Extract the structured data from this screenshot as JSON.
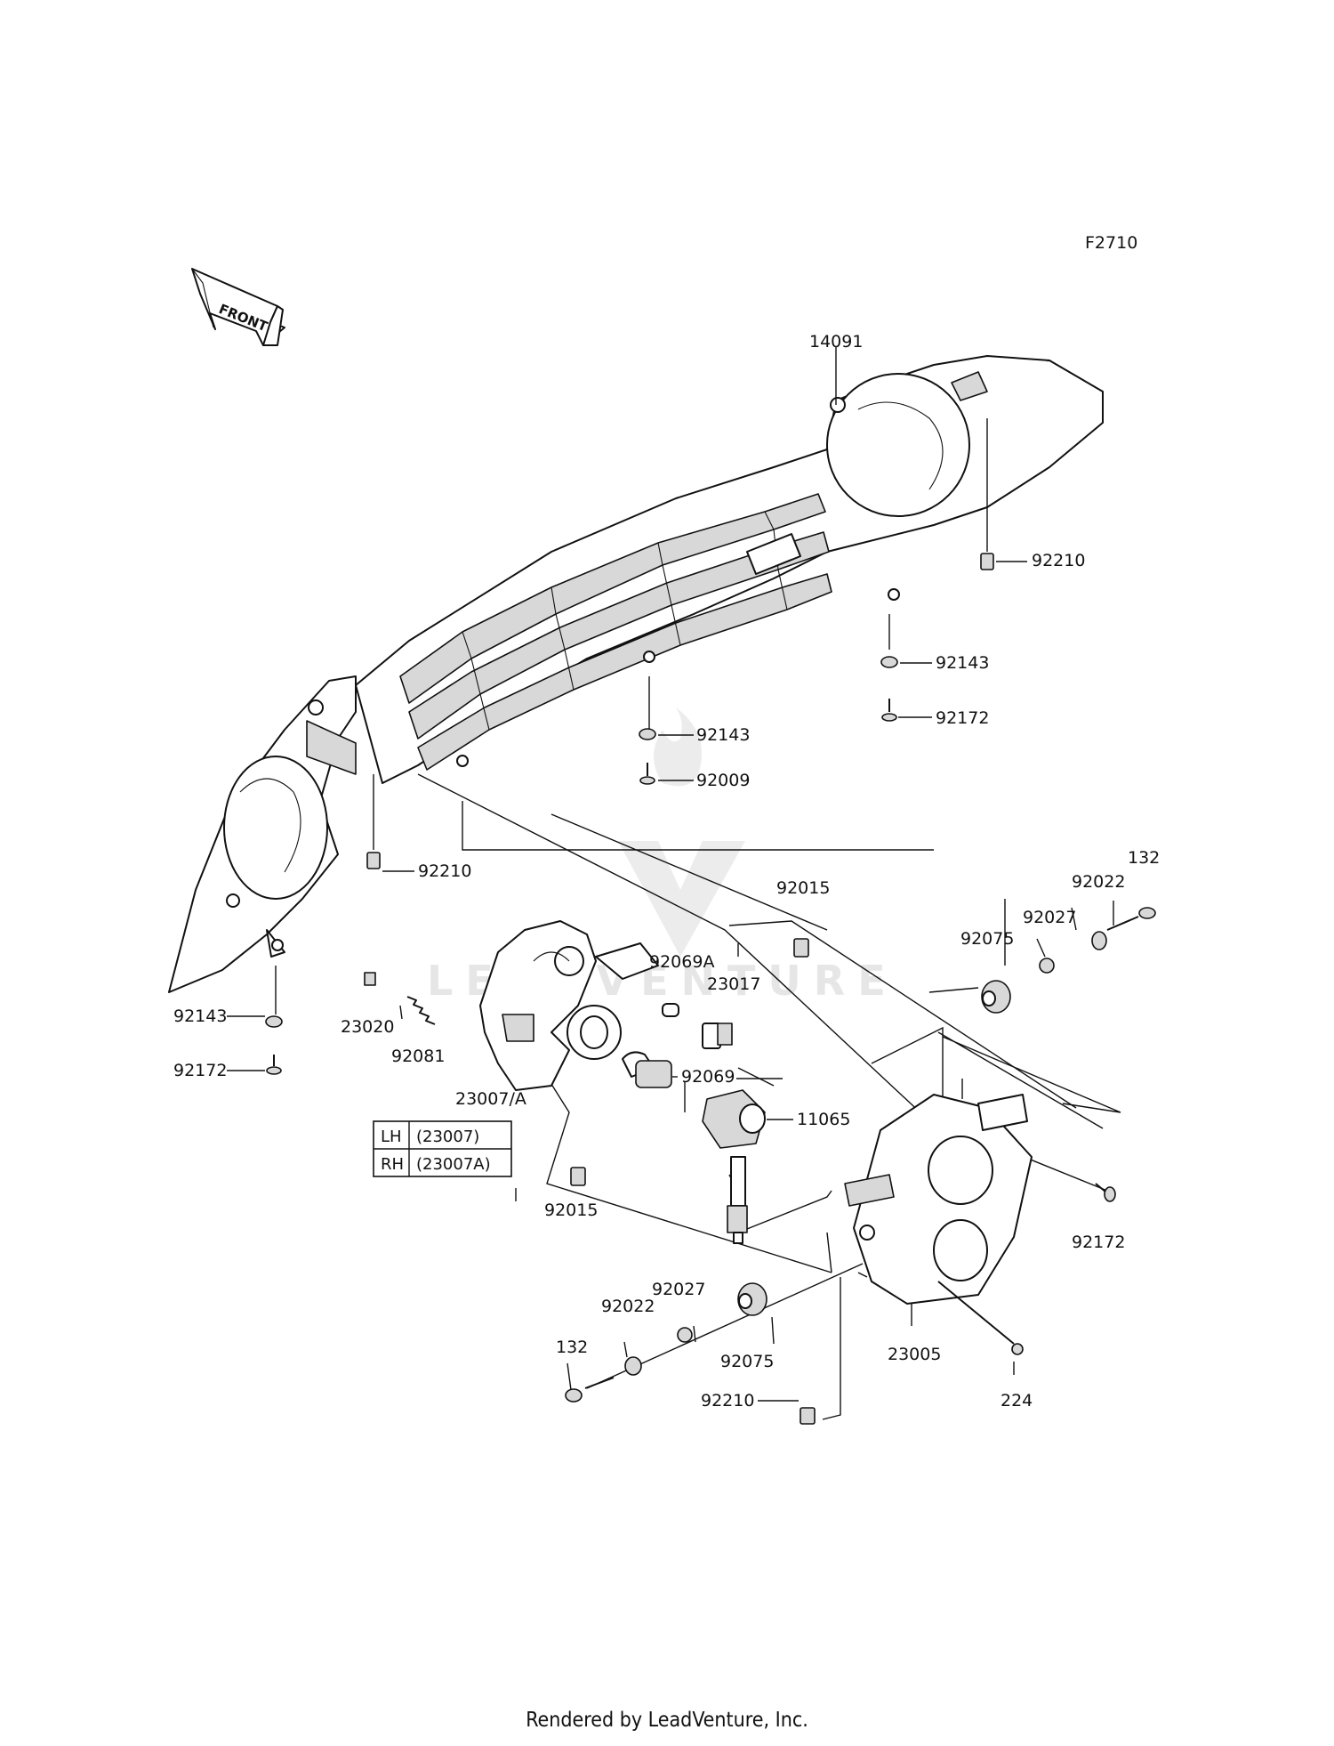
{
  "diagram_code": "F2710",
  "front_label": "FRONT",
  "watermark": "LEADVENTURE",
  "footer": "Rendered by LeadVenture, Inc.",
  "parts": {
    "p14091": "14091",
    "p92210_a": "92210",
    "p92143_a": "92143",
    "p92172_a": "92172",
    "p92143_b": "92143",
    "p92009": "92009",
    "p92210_b": "92210",
    "p92015_a": "92015",
    "p132_a": "132",
    "p92022_a": "92022",
    "p92027_a": "92027",
    "p92075_a": "92075",
    "p92069A": "92069A",
    "p23017": "23017",
    "p23020": "23020",
    "p92081": "92081",
    "p92069": "92069",
    "p23007A": "23007/A",
    "p11065": "11065",
    "p92143_c": "92143",
    "p92172_c": "92172",
    "p92015_b": "92015",
    "p92172_d": "92172",
    "p92027_b": "92027",
    "p92022_b": "92022",
    "p92075_b": "92075",
    "p132_b": "132",
    "p23005": "23005",
    "p224": "224",
    "p92210_c": "92210"
  },
  "side_table": {
    "rows": [
      {
        "side": "LH",
        "part": "(23007)"
      },
      {
        "side": "RH",
        "part": "(23007A)"
      }
    ]
  }
}
